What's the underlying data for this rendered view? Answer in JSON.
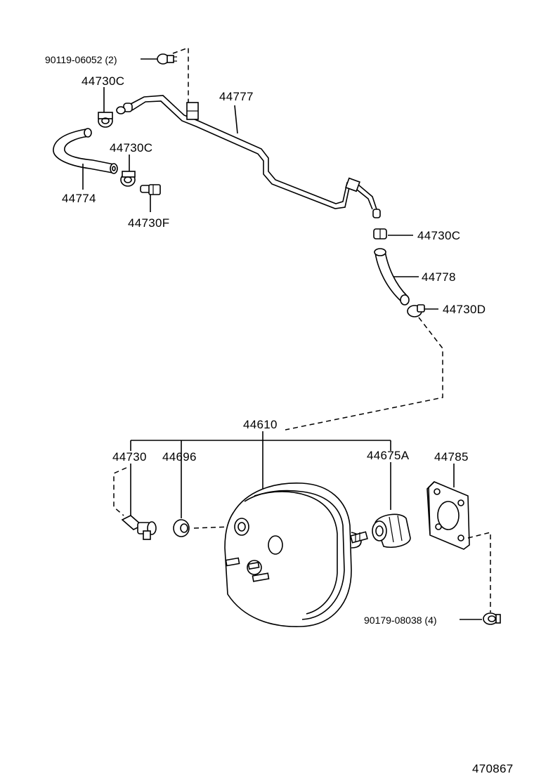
{
  "diagram_id": "470867",
  "labels": {
    "bolt_top": "90119-06052 (2)",
    "clip_top": "44730C",
    "pipe": "44777",
    "clip_mid": "44730C",
    "hose_left": "44774",
    "fitting": "44730F",
    "clip_right": "44730C",
    "hose_right": "44778",
    "clamp_right": "44730D",
    "booster": "44610",
    "check_valve": "44730",
    "grommet": "44696",
    "boot": "44675A",
    "gasket": "44785",
    "nut": "90179-08038 (4)"
  }
}
